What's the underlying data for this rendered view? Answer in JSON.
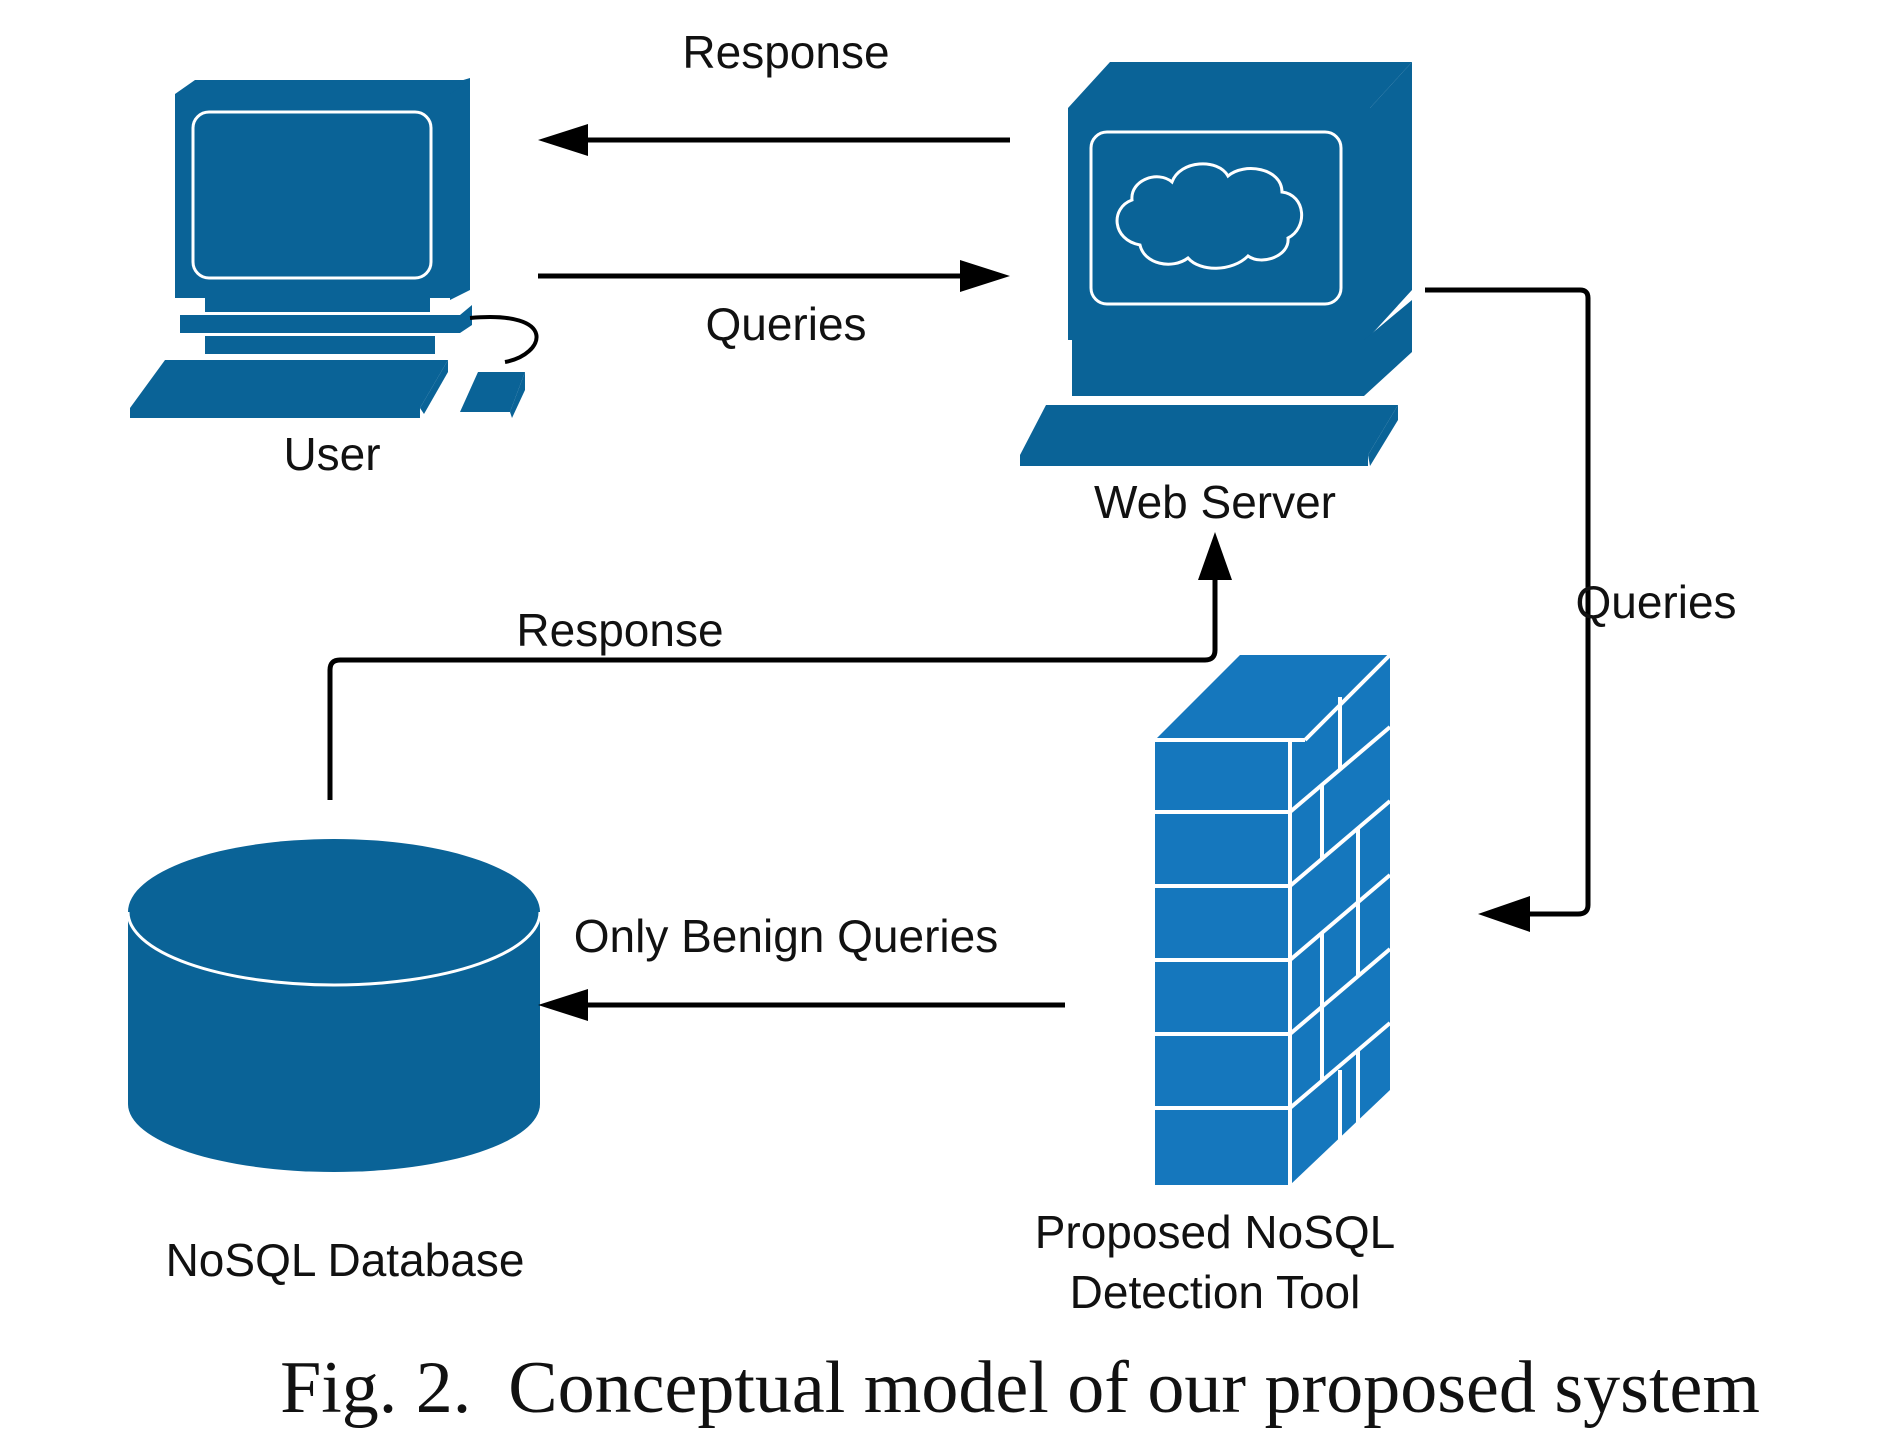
{
  "labels": {
    "user": "User",
    "web_server": "Web Server",
    "database": "NoSQL Database",
    "tool_line1": "Proposed NoSQL",
    "tool_line2": "Detection Tool"
  },
  "flows": {
    "user_to_server": "Queries",
    "server_to_user": "Response",
    "server_to_tool": "Queries",
    "tool_to_database": "Only Benign Queries",
    "database_to_server": "Response"
  },
  "caption": "Fig. 2.  Conceptual model of our proposed system",
  "colors": {
    "node_fill": "#0a6397",
    "wall_fill": "#1577bd",
    "arrow": "#000000"
  },
  "icons": {
    "user": "desktop-computer-icon",
    "web_server": "server-cloud-icon",
    "database": "database-cylinder-icon",
    "tool": "firewall-brick-wall-icon"
  }
}
